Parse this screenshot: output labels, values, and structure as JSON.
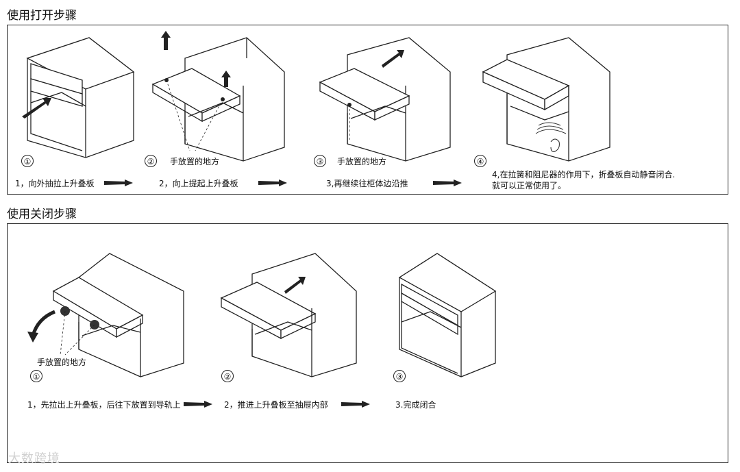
{
  "open": {
    "title": "使用打开步骤",
    "steps": [
      {
        "num": "①",
        "caption": "1，向外抽拉上升叠板"
      },
      {
        "num": "②",
        "caption": "2，向上提起上升叠板",
        "annotation": "手放置的地方"
      },
      {
        "num": "③",
        "caption": "3,再继续往柜体边沿推",
        "annotation": "手放置的地方"
      },
      {
        "num": "④",
        "caption_line1": "4,在拉簧和阻尼器的作用下，折叠板自动静音闭合.",
        "caption_line2": "就可以正常使用了。"
      }
    ]
  },
  "close": {
    "title": "使用关闭步骤",
    "steps": [
      {
        "num": "①",
        "caption": "1，先拉出上升叠板，后往下放置到导轨上",
        "annotation": "手放置的地方"
      },
      {
        "num": "②",
        "caption": "2，推进上升叠板至抽屉内部"
      },
      {
        "num": "③",
        "caption": "3.完成闭合"
      }
    ]
  },
  "watermark": "大数跨境"
}
